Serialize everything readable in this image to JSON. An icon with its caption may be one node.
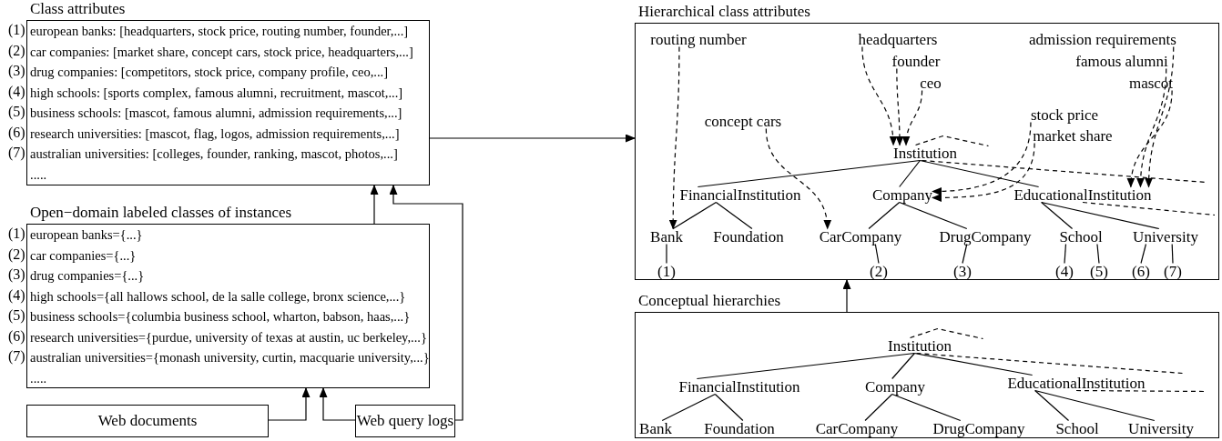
{
  "diagram": {
    "nodes": [
      {
        "text": [
          "Class attributes",
          "european banks: [headquarters, stock price, routing number, founder,...]",
          "car companies: [market share, concept cars, stock price, headquarters,...]",
          "drug companies: [competitors, stock price, company profile, ceo,...]",
          "high schools: [sports complex, famous alumni, recruitment, mascot,...]",
          "business schools: [mascot, famous alumni, admission requirements,...]",
          "research universities: [mascot, flag, logos, admission requirements,...]",
          "australian universities: [colleges, founder, ranking, mascot, photos,...]",
          "....."
        ],
        "beside": [
          "(1)",
          "(2)",
          "(3)",
          "(4)",
          "(5)",
          "(6)",
          "(7)"
        ]
      },
      {
        "text": [
          "Open−domain labeled classes of instances",
          "european banks={...}",
          "car companies={...}",
          "drug companies={...}",
          "high schools={all hallows school, de la salle college, bronx science,...}",
          "business schools={columbia business school, wharton, babson, haas,...}",
          "research universities={purdue, university of texas at austin, uc berkeley,...}",
          "australian universities={monash university, curtin, macquarie university,...}",
          "....."
        ],
        "beside": [
          "(1)",
          "(2)",
          "(3)",
          "(4)",
          "(5)",
          "(6)",
          "(7)"
        ]
      },
      {
        "text": [
          "Web documents"
        ]
      },
      {
        "text": [
          "Web query logs"
        ]
      },
      {
        "text": [
          "Hierarchical class attributes"
        ]
      },
      {
        "text": [
          "routing number"
        ],
        "in": 4
      },
      {
        "text": [
          "headquarters"
        ],
        "in": 4
      },
      {
        "text": [
          "admission requirements"
        ],
        "in": 4
      },
      {
        "text": [
          "founder"
        ],
        "in": 4
      },
      {
        "text": [
          "famous alumni"
        ],
        "in": 4
      },
      {
        "text": [
          "ceo"
        ],
        "in": 4
      },
      {
        "text": [
          "mascot"
        ],
        "in": 4
      },
      {
        "text": [
          "stock price"
        ],
        "in": 4
      },
      {
        "text": [
          "concept cars"
        ],
        "in": 4
      },
      {
        "text": [
          "market share"
        ],
        "in": 4
      },
      {
        "text": [
          "Institution"
        ],
        "in": 4
      },
      {
        "text": [
          "FinancialInstitution"
        ],
        "in": 4
      },
      {
        "text": [
          "Company"
        ],
        "in": 4
      },
      {
        "text": [
          "EducationalInstitution"
        ],
        "in": 4
      },
      {
        "text": [
          "Bank"
        ],
        "in": 4
      },
      {
        "text": [
          "Foundation"
        ],
        "in": 4
      },
      {
        "text": [
          "CarCompany"
        ],
        "in": 4
      },
      {
        "text": [
          "DrugCompany"
        ],
        "in": 4
      },
      {
        "text": [
          "School"
        ],
        "in": 4
      },
      {
        "text": [
          "University"
        ],
        "in": 4
      },
      {
        "text": [
          "(1)"
        ],
        "in": 4
      },
      {
        "text": [
          "(2)"
        ],
        "in": 4
      },
      {
        "text": [
          "(3)"
        ],
        "in": 4
      },
      {
        "text": [
          "(4)"
        ],
        "in": 4
      },
      {
        "text": [
          "(5)"
        ],
        "in": 4
      },
      {
        "text": [
          "(6)"
        ],
        "in": 4
      },
      {
        "text": [
          "(7)"
        ],
        "in": 4
      },
      {
        "text": [
          "Conceptual hierarchies"
        ]
      },
      {
        "text": [
          "Institution"
        ],
        "in": 32
      },
      {
        "text": [
          "FinancialInstitution"
        ],
        "in": 32
      },
      {
        "text": [
          "Company"
        ],
        "in": 32
      },
      {
        "text": [
          "EducationalInstitution"
        ],
        "in": 32
      },
      {
        "text": [
          "Bank"
        ],
        "in": 32
      },
      {
        "text": [
          "Foundation"
        ],
        "in": 32
      },
      {
        "text": [
          "CarCompany"
        ],
        "in": 32
      },
      {
        "text": [
          "DrugCompany"
        ],
        "in": 32
      },
      {
        "text": [
          "School"
        ],
        "in": 32
      },
      {
        "text": [
          "University"
        ],
        "in": 32
      }
    ],
    "edges": [
      {
        "from": 0,
        "to": 4,
        "arrow": "to"
      },
      {
        "from": 1,
        "to": 0,
        "arrow": "to"
      },
      {
        "from": 3,
        "to": 0,
        "arrow": "to"
      },
      {
        "from": 2,
        "to": 1,
        "arrow": "to"
      },
      {
        "from": 3,
        "to": 1,
        "arrow": "to"
      },
      {
        "from": 32,
        "to": 4,
        "arrow": "to"
      },
      {
        "from": 15,
        "to": 16,
        "arrow": "none"
      },
      {
        "from": 15,
        "to": 17,
        "arrow": "none"
      },
      {
        "from": 15,
        "to": 18,
        "arrow": "none"
      },
      {
        "from": 16,
        "to": 19,
        "arrow": "none"
      },
      {
        "from": 16,
        "to": 20,
        "arrow": "none"
      },
      {
        "from": 17,
        "to": 21,
        "arrow": "none"
      },
      {
        "from": 17,
        "to": 22,
        "arrow": "none"
      },
      {
        "from": 18,
        "to": 23,
        "arrow": "none"
      },
      {
        "from": 18,
        "to": 24,
        "arrow": "none"
      },
      {
        "from": 19,
        "to": 25,
        "arrow": "none"
      },
      {
        "from": 21,
        "to": 26,
        "arrow": "none"
      },
      {
        "from": 22,
        "to": 27,
        "arrow": "none"
      },
      {
        "from": 23,
        "to": 28,
        "arrow": "none"
      },
      {
        "from": 23,
        "to": 29,
        "arrow": "none"
      },
      {
        "from": 24,
        "to": 30,
        "arrow": "none"
      },
      {
        "from": 24,
        "to": 31,
        "arrow": "none"
      },
      {
        "from": 5,
        "to": 19,
        "arrow": "to",
        "style": "dashed"
      },
      {
        "from": 6,
        "to": 15,
        "arrow": "to",
        "style": "dashed"
      },
      {
        "from": 8,
        "to": 15,
        "arrow": "to",
        "style": "dashed"
      },
      {
        "from": 10,
        "to": 15,
        "arrow": "to",
        "style": "dashed"
      },
      {
        "from": 13,
        "to": 21,
        "arrow": "to",
        "style": "dashed"
      },
      {
        "from": 12,
        "to": 17,
        "arrow": "to",
        "style": "dashed"
      },
      {
        "from": 14,
        "to": 17,
        "arrow": "to",
        "style": "dashed"
      },
      {
        "from": 7,
        "to": 18,
        "arrow": "to",
        "style": "dashed"
      },
      {
        "from": 9,
        "to": 18,
        "arrow": "to",
        "style": "dashed"
      },
      {
        "from": 11,
        "to": 18,
        "arrow": "to",
        "style": "dashed"
      },
      {
        "from": 15,
        "to": null,
        "arrow": "none",
        "style": "dashed"
      },
      {
        "from": 15,
        "to": null,
        "arrow": "none",
        "style": "dashed"
      },
      {
        "from": 18,
        "to": null,
        "arrow": "none",
        "style": "dashed"
      },
      {
        "from": 33,
        "to": 34,
        "arrow": "none"
      },
      {
        "from": 33,
        "to": 35,
        "arrow": "none"
      },
      {
        "from": 33,
        "to": 36,
        "arrow": "none"
      },
      {
        "from": 34,
        "to": 37,
        "arrow": "none"
      },
      {
        "from": 34,
        "to": 38,
        "arrow": "none"
      },
      {
        "from": 35,
        "to": 39,
        "arrow": "none"
      },
      {
        "from": 35,
        "to": 40,
        "arrow": "none"
      },
      {
        "from": 36,
        "to": 41,
        "arrow": "none"
      },
      {
        "from": 36,
        "to": 42,
        "arrow": "none"
      },
      {
        "from": 33,
        "to": null,
        "arrow": "none",
        "style": "dashed"
      },
      {
        "from": 33,
        "to": null,
        "arrow": "none",
        "style": "dashed"
      },
      {
        "from": 36,
        "to": null,
        "arrow": "none",
        "style": "dashed"
      }
    ]
  }
}
